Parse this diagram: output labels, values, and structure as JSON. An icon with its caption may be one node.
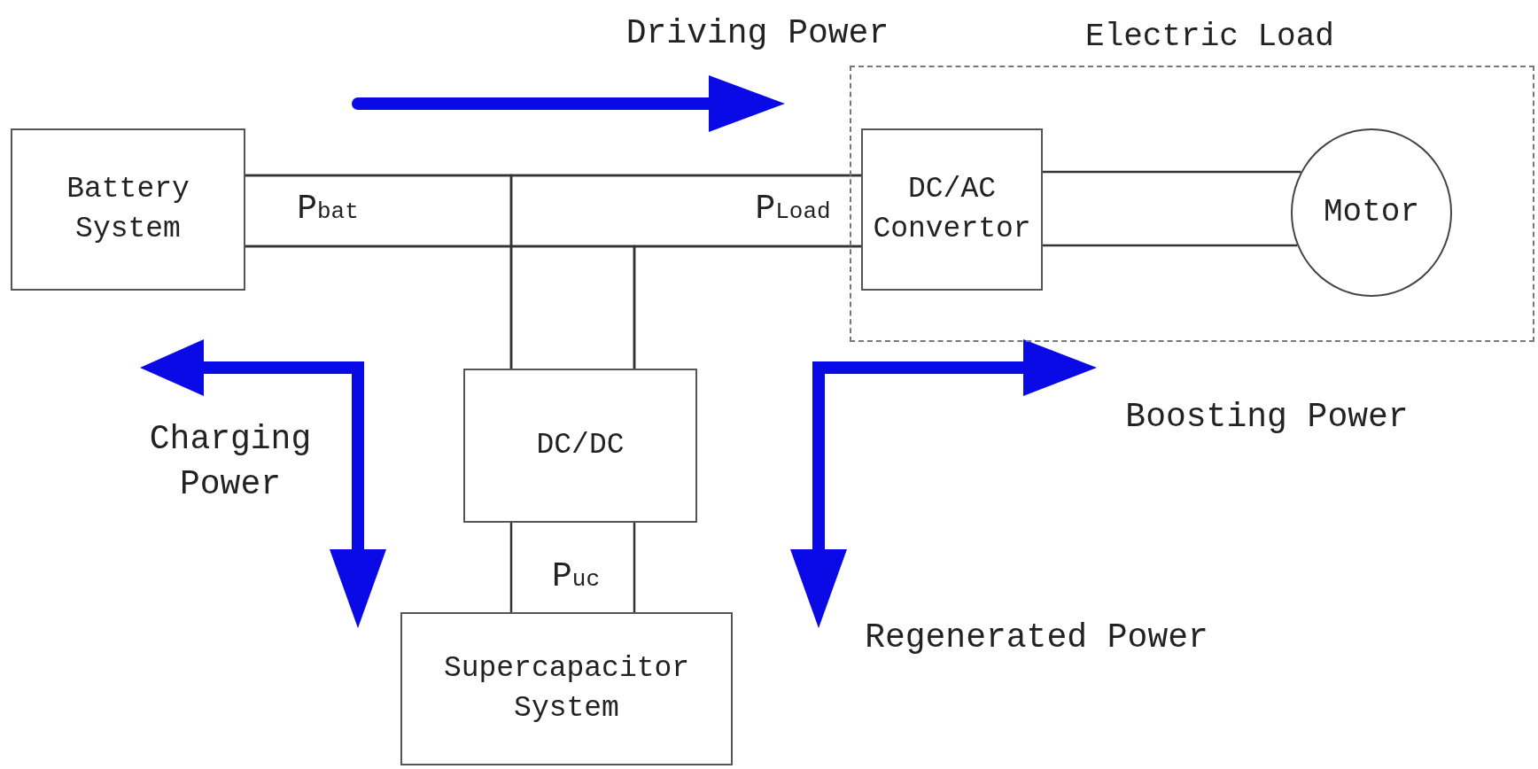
{
  "diagram": {
    "nodes": [
      {
        "text": [
          "Battery System"
        ]
      },
      {
        "text": [
          "Electric Load"
        ]
      },
      {
        "text": [
          "DC/AC Convertor"
        ],
        "in": 1
      },
      {
        "text": [
          "Motor"
        ],
        "in": 1
      },
      {
        "text": [
          "DC/DC"
        ]
      },
      {
        "text": [
          "Supercapacitor System"
        ]
      }
    ],
    "edges": [
      {
        "from": 0,
        "to": 2,
        "arrow": "none"
      },
      {
        "from": 0,
        "to": 2,
        "arrow": "none"
      },
      {
        "from": 4,
        "to": 0,
        "arrow": "none"
      },
      {
        "from": 4,
        "to": 2,
        "arrow": "none"
      },
      {
        "from": 4,
        "to": 0,
        "arrow": "none"
      },
      {
        "from": 4,
        "to": 2,
        "arrow": "none"
      },
      {
        "from": 4,
        "to": 5,
        "arrow": "none"
      },
      {
        "from": 4,
        "to": 5,
        "arrow": "none"
      },
      {
        "from": 2,
        "to": 3,
        "arrow": "none"
      },
      {
        "from": 2,
        "to": 3,
        "arrow": "none"
      }
    ],
    "labels": [
      "Driving Power",
      "P$_{bat}$",
      "P$_{Load}$",
      "Charging Power",
      "Boosting Power",
      "P$_{uc}$",
      "Regenerated Power"
    ]
  }
}
